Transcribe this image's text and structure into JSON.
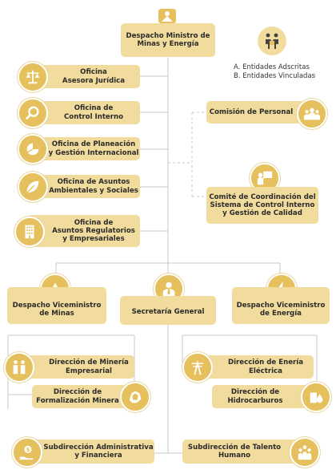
{
  "top": {
    "title_l1": "Despacho Ministro de",
    "title_l2": "Minas y Energía"
  },
  "legend": {
    "a": "A. Entidades Adscritas",
    "b": "B. Entidades Vinculadas"
  },
  "left_offices": [
    {
      "l1": "Oficina",
      "l2": "Asesora Jurídica",
      "icon": "scales-icon"
    },
    {
      "l1": "Oficina de",
      "l2": "Control Interno",
      "icon": "magnifier-icon"
    },
    {
      "l1": "Oficina de Planeación",
      "l2": "y Gestión Internacional",
      "icon": "pie-chart-icon"
    },
    {
      "l1": "Oficina de Asuntos",
      "l2": "Ambientales y Sociales",
      "icon": "leaf-icon"
    },
    {
      "l1": "Oficina de",
      "l2": "Asuntos Regulatorios",
      "l3": "y Empresariales",
      "icon": "building-icon"
    }
  ],
  "right_committees": [
    {
      "l1": "Comisión de Personal",
      "icon": "people-group-icon"
    },
    {
      "l1": "Comité de Coordinación del",
      "l2": "Sistema de Control Interno",
      "l3": "y Gestión de Calidad",
      "icon": "presenter-icon"
    }
  ],
  "vice": {
    "minas": {
      "l1": "Despacho Viceministro",
      "l2": "de Minas"
    },
    "secretaria": {
      "l1": "Secretaría General"
    },
    "energia": {
      "l1": "Despacho Viceministro",
      "l2": "de Energía"
    }
  },
  "directions": {
    "mineria": {
      "l1": "Dirección de Minería",
      "l2": "Empresarial"
    },
    "formalizacion": {
      "l1": "Dirección de",
      "l2": "Formalización Minera"
    },
    "energia": {
      "l1": "Dirección de Enería",
      "l2": "Eléctrica"
    },
    "hidrocarburos": {
      "l1": "Dirección de",
      "l2": "Hidrocarburos"
    }
  },
  "sub": {
    "admin": {
      "l1": "Subdirección Administrativa",
      "l2": "y Financiera"
    },
    "talento": {
      "l1": "Subdirección de Talento",
      "l2": "Humano"
    }
  },
  "colors": {
    "box": "#f2dc9d",
    "icon_circle": "#e6c05d",
    "line": "#c9c9c9",
    "text": "#2b2b2b"
  }
}
